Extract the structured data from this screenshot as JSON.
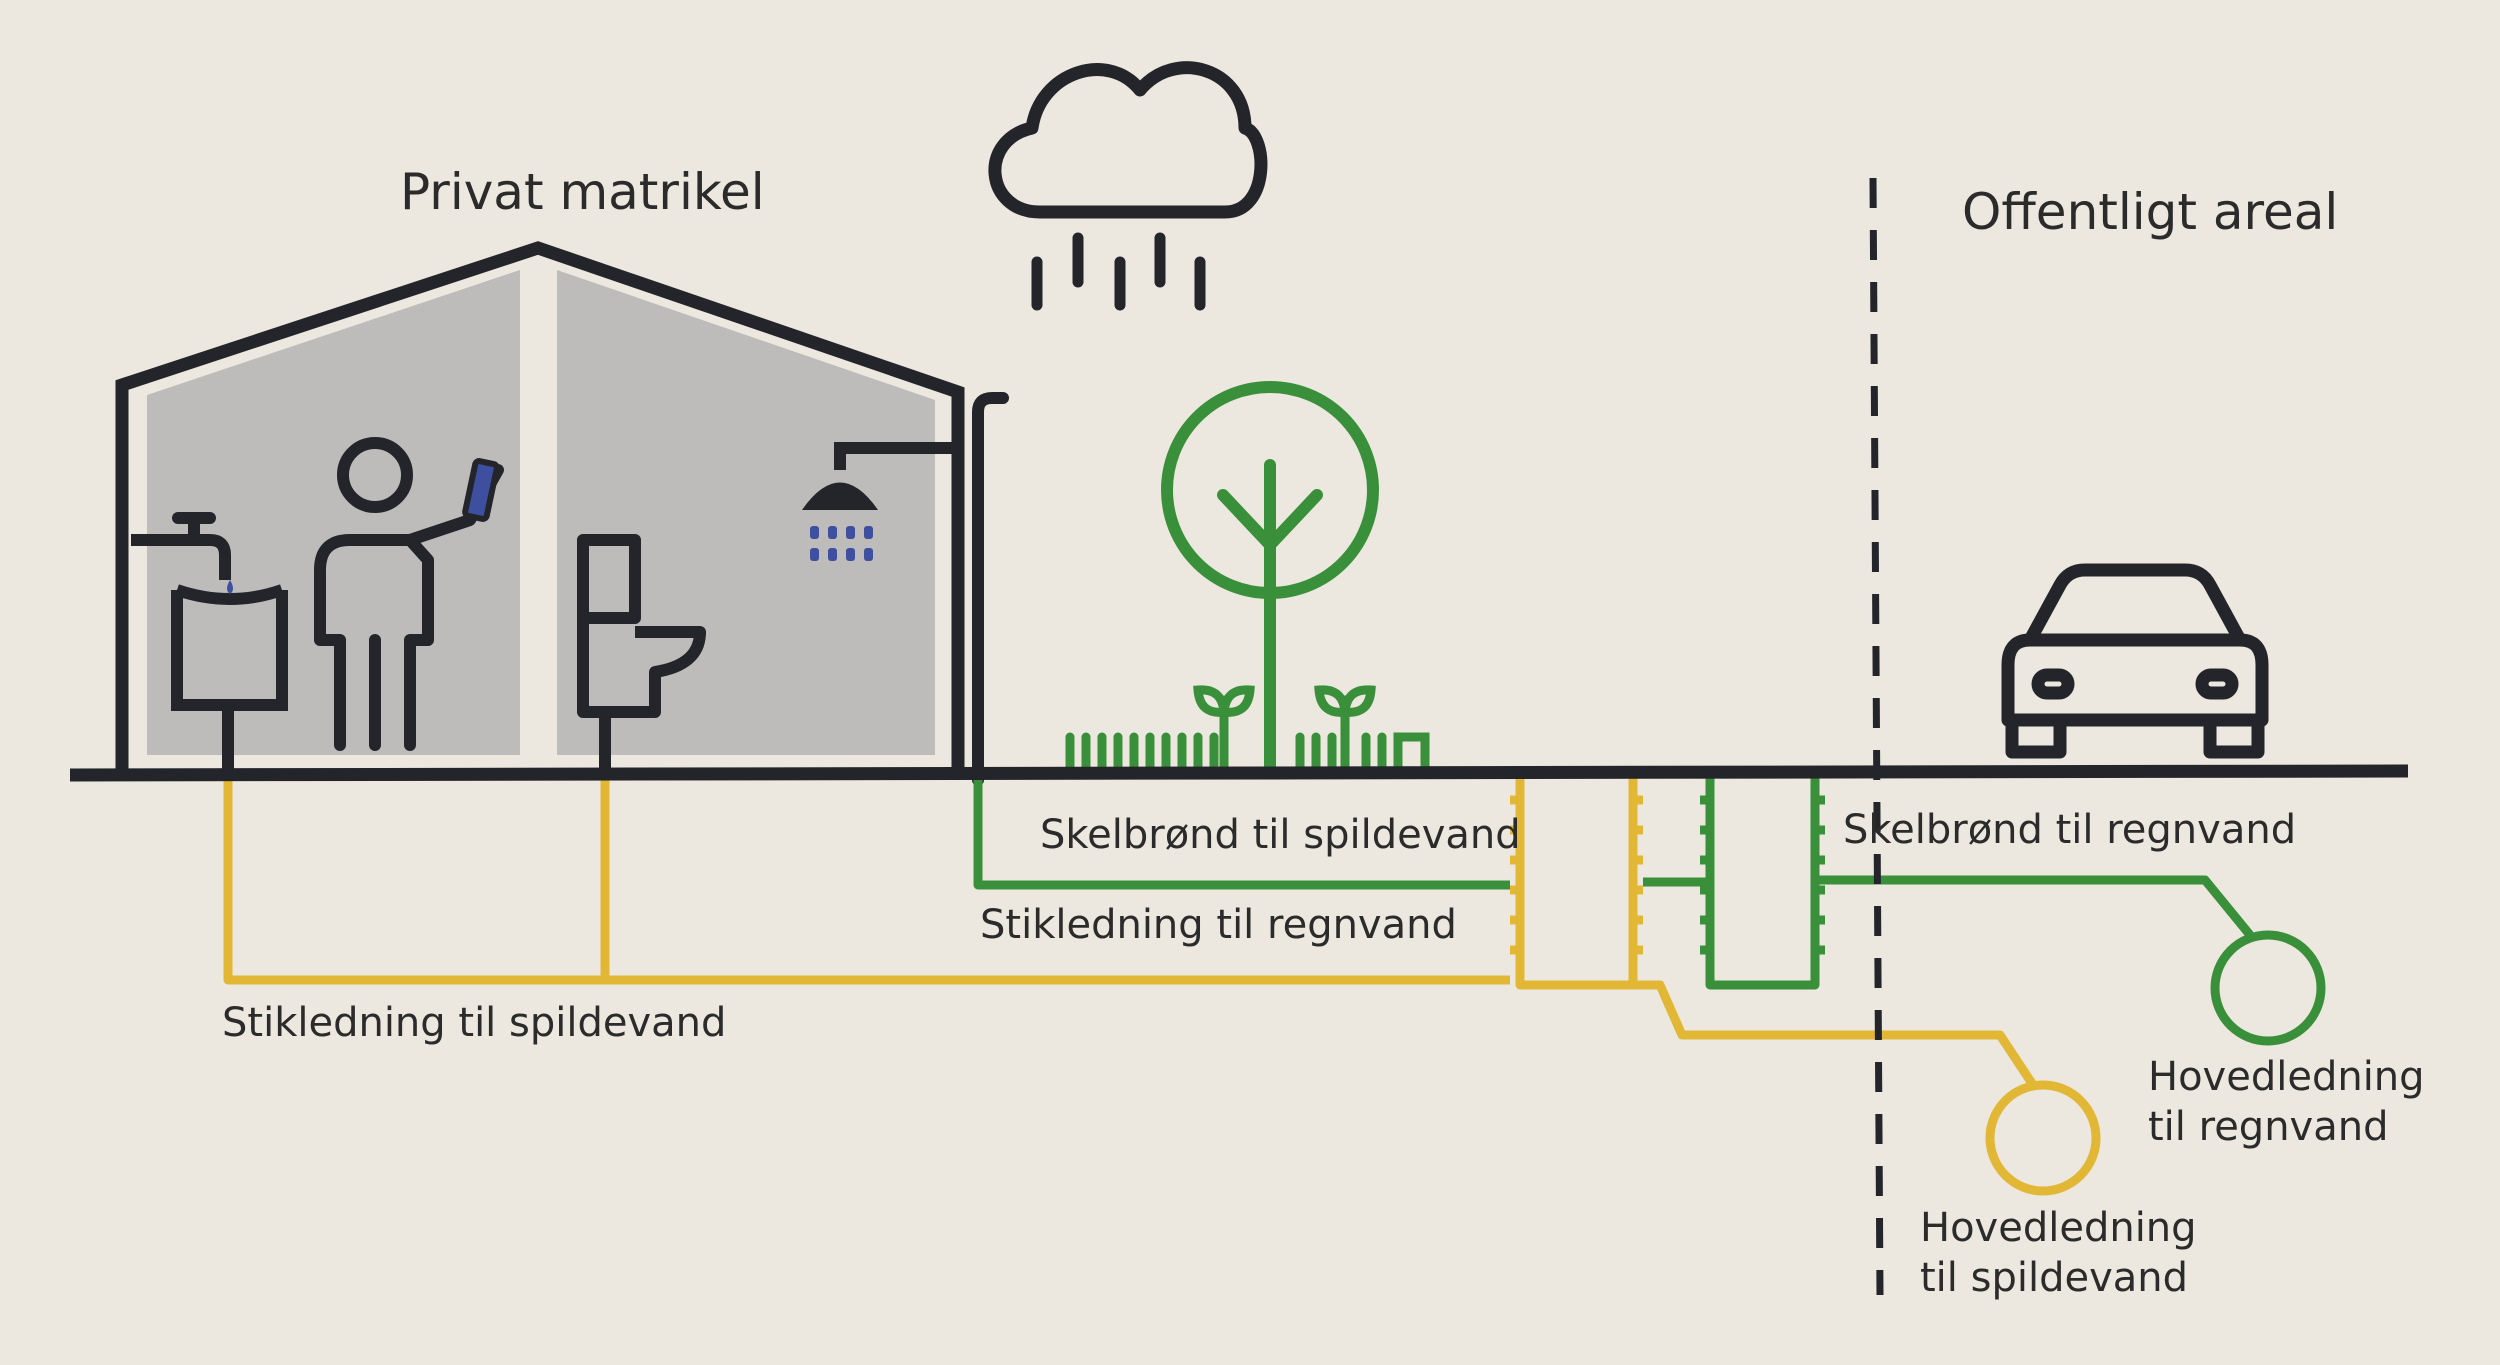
{
  "zones": {
    "private": "Privat matrikel",
    "public": "Offentligt areal"
  },
  "pipes": {
    "wastewater_branch": "Stikledning til spildevand",
    "rainwater_branch": "Stikledning til regnvand",
    "wastewater_well": "Skelbrønd til spildevand",
    "rainwater_well": "Skelbrønd til regnvand",
    "wastewater_main": [
      "Hovedledning",
      "til spildevand"
    ],
    "rainwater_main": [
      "Hovedledning",
      "til regnvand"
    ]
  },
  "icons": [
    "house-icon",
    "sink-icon",
    "person-icon",
    "phone-icon",
    "toilet-icon",
    "shower-icon",
    "downpipe-icon",
    "cloud-icon",
    "rain-icon",
    "tree-icon",
    "grass-icon",
    "car-icon"
  ],
  "colors": {
    "background": "#ece8df",
    "outline": "#23252b",
    "house_interior": "#bdbcba",
    "wastewater": "#e2b735",
    "rainwater": "#3a8f3a",
    "water_drops": "#3e4fa0"
  }
}
